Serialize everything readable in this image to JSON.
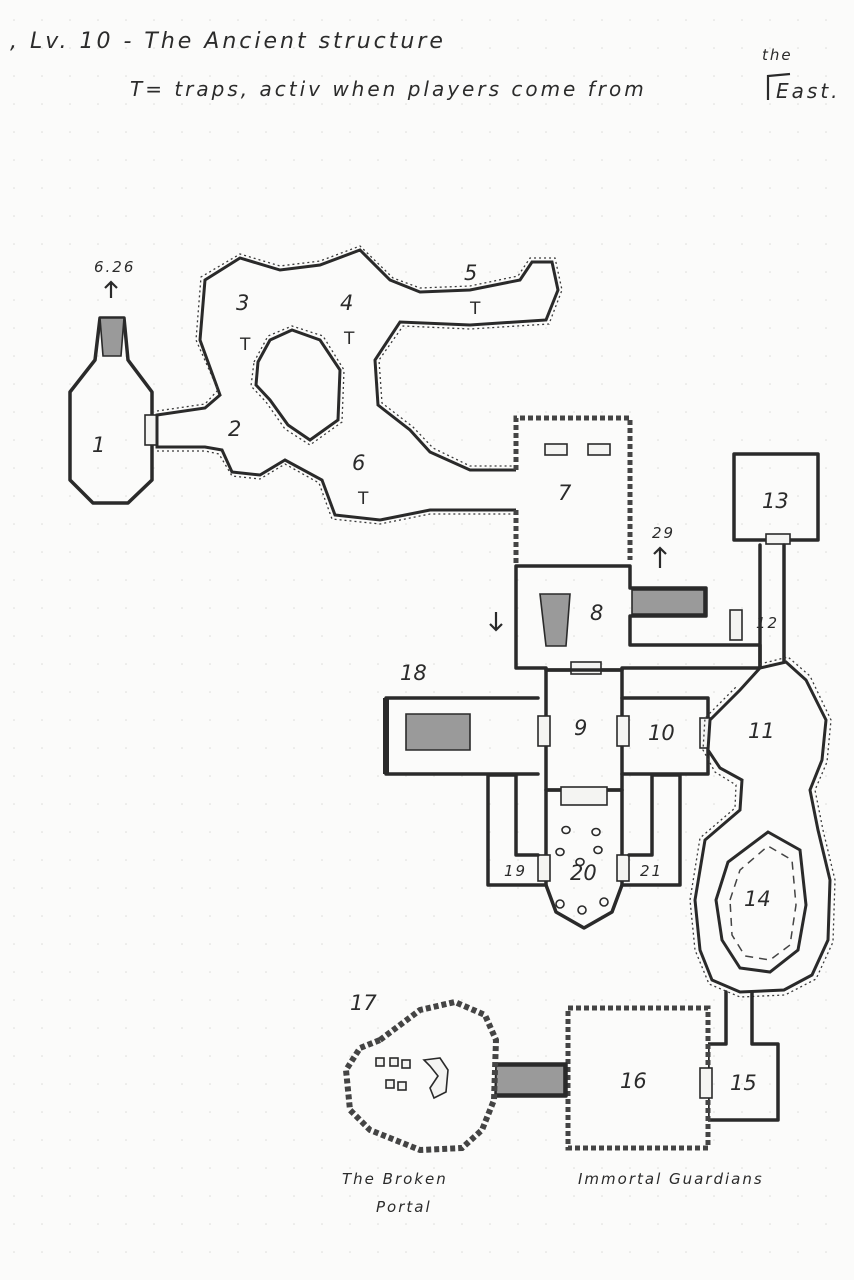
{
  "header": {
    "title": ", Lv. 10 - The Ancient structure",
    "traps_note": "T= traps, activ when players come from",
    "traps_note_insert": "the",
    "traps_note_end": "East."
  },
  "map": {
    "exit_level": "6.26",
    "exit_stairs": "29",
    "trap_marker": "T",
    "rooms": [
      "1",
      "2",
      "3",
      "4",
      "5",
      "6",
      "7",
      "8",
      "9",
      "10",
      "11",
      "12",
      "13",
      "14",
      "15",
      "16",
      "17",
      "18",
      "19",
      "20",
      "21"
    ],
    "labels": {
      "portal_line1": "The Broken",
      "portal_line2": "Portal",
      "guardians": "Immortal Guardians"
    }
  }
}
